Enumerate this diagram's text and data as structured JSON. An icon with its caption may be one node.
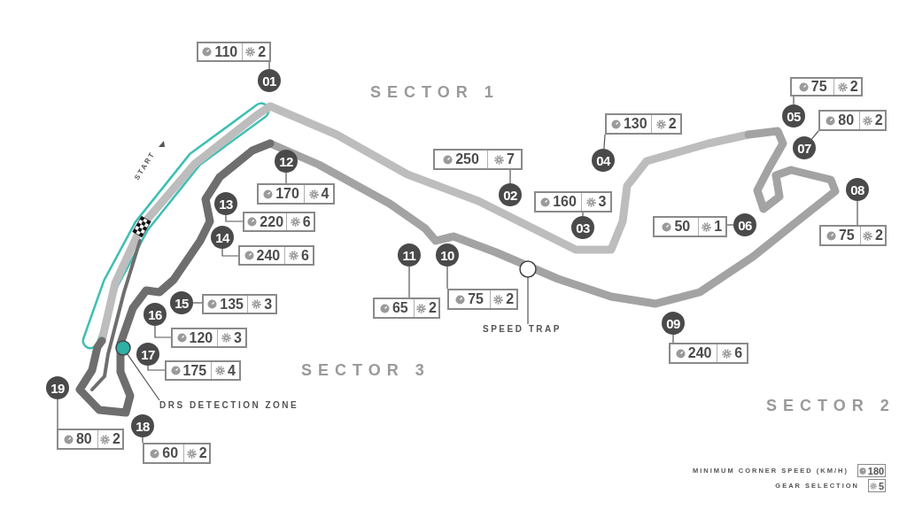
{
  "diagram": {
    "nodes": [
      {
        "text": [
          "01"
        ]
      },
      {
        "text": [
          "110",
          "2"
        ]
      },
      {
        "text": [
          "02"
        ]
      },
      {
        "text": [
          "250",
          "7"
        ]
      },
      {
        "text": [
          "03"
        ]
      },
      {
        "text": [
          "160",
          "3"
        ]
      },
      {
        "text": [
          "04"
        ]
      },
      {
        "text": [
          "130",
          "2"
        ]
      },
      {
        "text": [
          "05"
        ]
      },
      {
        "text": [
          "75",
          "2"
        ]
      },
      {
        "text": [
          "06"
        ]
      },
      {
        "text": [
          "50",
          "1"
        ]
      },
      {
        "text": [
          "07"
        ]
      },
      {
        "text": [
          "80",
          "2"
        ]
      },
      {
        "text": [
          "08"
        ]
      },
      {
        "text": [
          "75",
          "2"
        ]
      },
      {
        "text": [
          "09"
        ]
      },
      {
        "text": [
          "240",
          "6"
        ]
      },
      {
        "text": [
          "10"
        ]
      },
      {
        "text": [
          "75",
          "2"
        ]
      },
      {
        "text": [
          "11"
        ]
      },
      {
        "text": [
          "65",
          "2"
        ]
      },
      {
        "text": [
          "12"
        ]
      },
      {
        "text": [
          "170",
          "4"
        ]
      },
      {
        "text": [
          "13"
        ]
      },
      {
        "text": [
          "220",
          "6"
        ]
      },
      {
        "text": [
          "14"
        ]
      },
      {
        "text": [
          "240",
          "6"
        ]
      },
      {
        "text": [
          "15"
        ]
      },
      {
        "text": [
          "135",
          "3"
        ]
      },
      {
        "text": [
          "16"
        ]
      },
      {
        "text": [
          "120",
          "3"
        ]
      },
      {
        "text": [
          "17"
        ]
      },
      {
        "text": [
          "175",
          "4"
        ]
      },
      {
        "text": [
          "18"
        ]
      },
      {
        "text": [
          "60",
          "2"
        ]
      },
      {
        "text": [
          "19"
        ]
      },
      {
        "text": [
          "80",
          "2"
        ]
      },
      {
        "text": [],
        "shape": "circle"
      },
      {
        "text": [
          "SPEED TRAP"
        ]
      },
      {
        "text": [],
        "shape": "circle"
      },
      {
        "text": [
          "DRS DETECTION ZONE"
        ]
      }
    ],
    "edges": [
      {
        "from": 0,
        "to": 1,
        "arrow": "none"
      },
      {
        "from": 2,
        "to": 3,
        "arrow": "none"
      },
      {
        "from": 4,
        "to": 5,
        "arrow": "none"
      },
      {
        "from": 6,
        "to": 7,
        "arrow": "none"
      },
      {
        "from": 8,
        "to": 9,
        "arrow": "none"
      },
      {
        "from": 10,
        "to": 11,
        "arrow": "none"
      },
      {
        "from": 12,
        "to": 13,
        "arrow": "none"
      },
      {
        "from": 14,
        "to": 15,
        "arrow": "none"
      },
      {
        "from": 16,
        "to": 17,
        "arrow": "none"
      },
      {
        "from": 18,
        "to": 19,
        "arrow": "none"
      },
      {
        "from": 20,
        "to": 21,
        "arrow": "none"
      },
      {
        "from": 22,
        "to": 23,
        "arrow": "none"
      },
      {
        "from": 24,
        "to": 25,
        "arrow": "none"
      },
      {
        "from": 26,
        "to": 27,
        "arrow": "none"
      },
      {
        "from": 28,
        "to": 29,
        "arrow": "none"
      },
      {
        "from": 30,
        "to": 31,
        "arrow": "none"
      },
      {
        "from": 32,
        "to": 33,
        "arrow": "none"
      },
      {
        "from": 34,
        "to": 35,
        "arrow": "none"
      },
      {
        "from": 36,
        "to": 37,
        "arrow": "none"
      },
      {
        "from": 38,
        "to": 39,
        "arrow": "none"
      },
      {
        "from": 40,
        "to": 41,
        "arrow": "none"
      }
    ],
    "labels": [
      "SECTOR 1",
      "START",
      "SECTOR 3",
      "SECTOR 2",
      "180",
      "5"
    ],
    "legend": [
      {
        "text": "MINIMUM CORNER SPEED (KM/H)"
      },
      {
        "text": "GEAR SELECTION"
      }
    ]
  }
}
